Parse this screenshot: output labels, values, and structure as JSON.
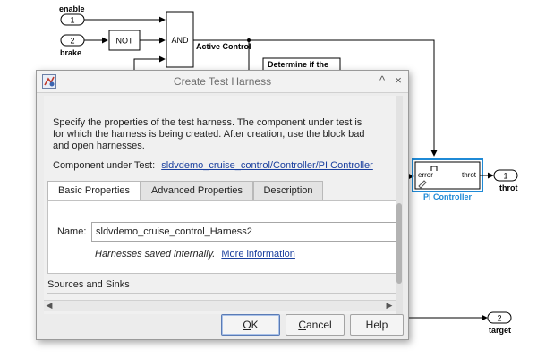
{
  "diagram": {
    "enable_port": {
      "number": "1",
      "label": "enable"
    },
    "brake_port": {
      "number": "2",
      "label": "brake"
    },
    "not_block": "NOT",
    "and_block": "AND",
    "active_control_label": "Active Control",
    "determine_label": "Determine if the",
    "pi_block": {
      "in_label": "error",
      "out_label": "throt",
      "name": "PI Controller"
    },
    "throt_port": {
      "number": "1",
      "label": "throt"
    },
    "target_port": {
      "number": "2",
      "label": "target"
    },
    "colors": {
      "selection": "#1f8ad6",
      "line": "#000000"
    }
  },
  "dialog": {
    "title": "Create Test Harness",
    "title_buttons": {
      "collapse": "^",
      "close": "×"
    },
    "description_lines": [
      "Specify the properties of the test harness. The component under test is",
      "for which the harness is being created. After creation, use the block bad",
      "and open harnesses."
    ],
    "component_label": "Component under Test:",
    "component_link": "sldvdemo_cruise_control/Controller/PI Controller",
    "tabs": [
      "Basic Properties",
      "Advanced Properties",
      "Description"
    ],
    "active_tab": 0,
    "name_label": "Name:",
    "name_value": "sldvdemo_cruise_control_Harness2",
    "saved_text": "Harnesses saved internally.",
    "more_info_link": "More information",
    "sources_label": "Sources and Sinks",
    "buttons": {
      "ok": {
        "mnemonic": "O",
        "rest": "K"
      },
      "cancel": {
        "mnemonic": "C",
        "rest": "ancel"
      },
      "help": "Help"
    }
  }
}
